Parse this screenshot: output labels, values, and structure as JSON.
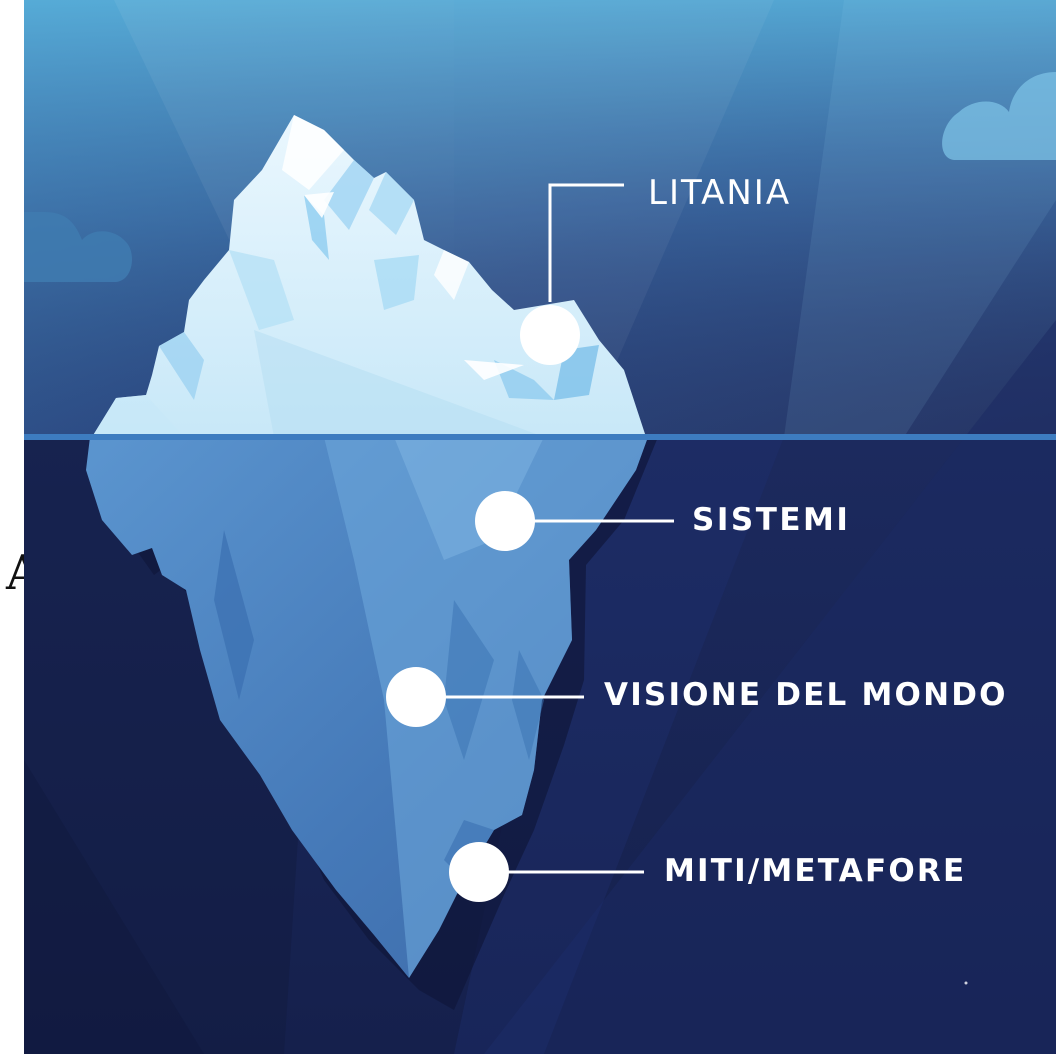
{
  "labels": {
    "litania": "LITANIA",
    "sistemi": "SISTEMI",
    "visione": "VISIONE DEL MONDO",
    "miti": "MITI/METAFORE"
  },
  "side_letter": "A",
  "colors": {
    "sky_top": "#5fb3de",
    "sky_bottom": "#2a3a6c",
    "deep_sea": "#16224f",
    "waterline": "#3d7cc0",
    "ice_light": "#dcf0fb",
    "ice_underwater": "#4b86c4",
    "marker": "#ffffff"
  }
}
